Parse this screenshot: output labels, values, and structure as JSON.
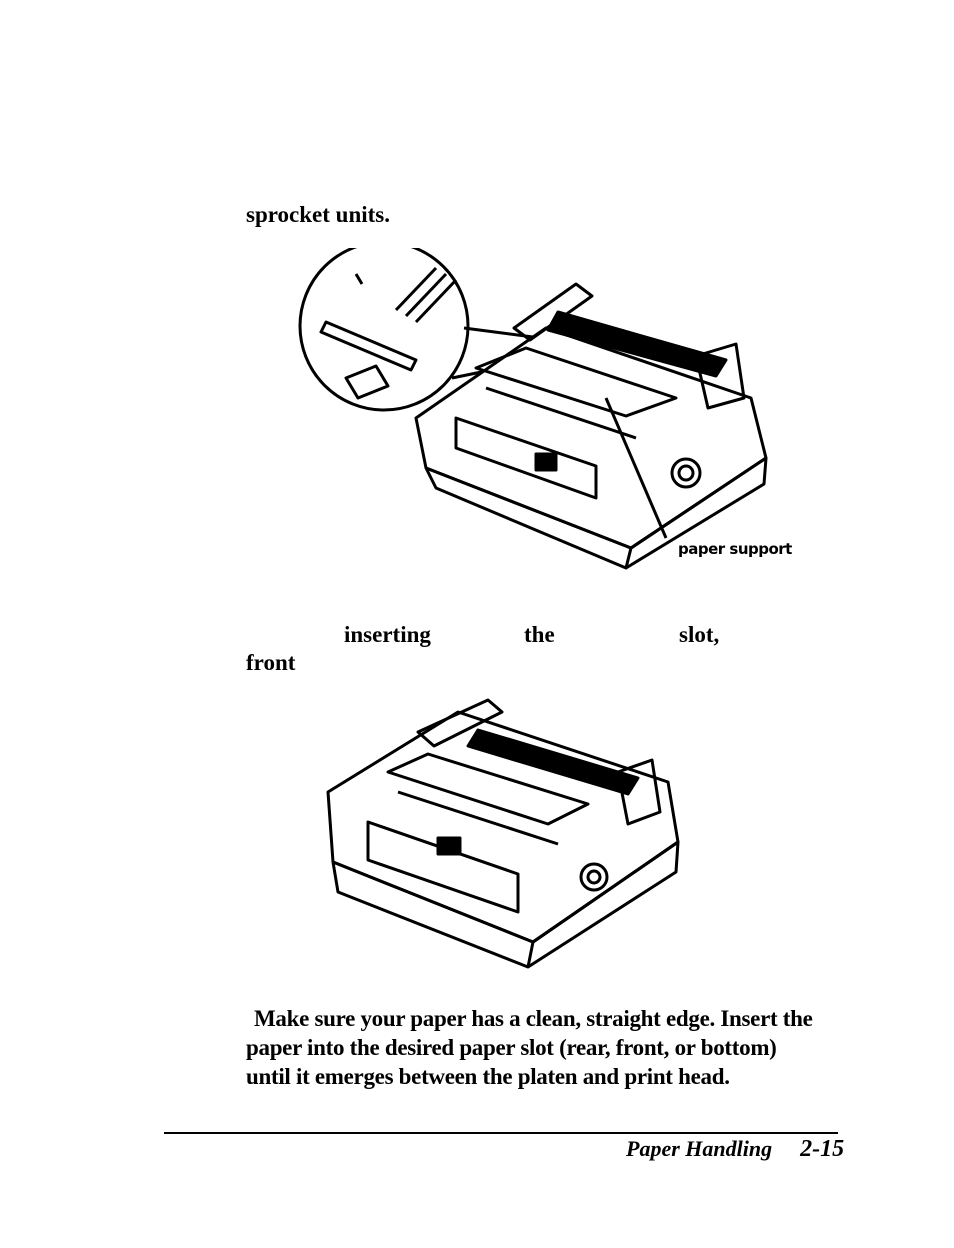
{
  "page": {
    "top_line": "sprocket units.",
    "illustration1": {
      "callout": "paper support"
    },
    "fragment_words": [
      "inserting",
      "the",
      "slot,",
      "front"
    ],
    "paragraph": [
      "Make sure your paper has a clean, straight edge. Insert the",
      "paper into the desired paper slot (rear, front, or bottom)",
      "until it emerges between the platen and print head."
    ],
    "footer": {
      "section": "Paper Handling",
      "page_number": "2-15"
    }
  }
}
